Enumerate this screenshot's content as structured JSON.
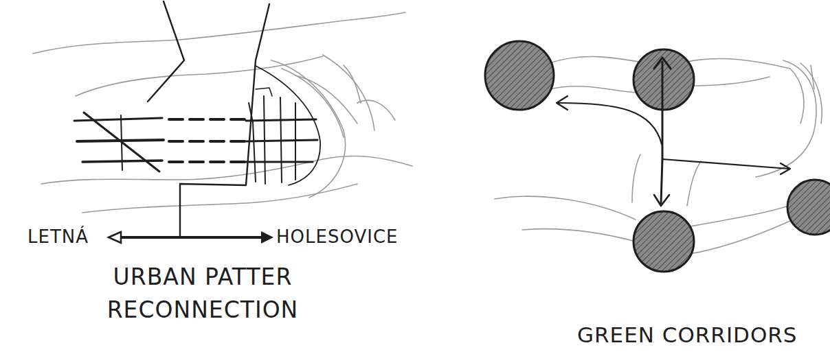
{
  "diagram": {
    "labels": [
      "LETNÁ",
      "HOLESOVICE",
      "URBAN PATTER RECONNECTION",
      "GREEN CORRIDORS"
    ]
  }
}
